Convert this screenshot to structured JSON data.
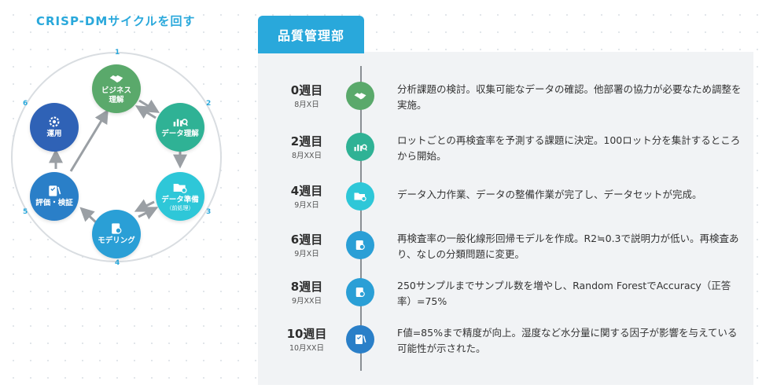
{
  "cycle": {
    "title": "CRISP-DMサイクルを回す",
    "steps": [
      {
        "num": "1",
        "label": "ビジネス\n理解",
        "sub": "",
        "icon": "handshake-icon",
        "color": "#5aa96b"
      },
      {
        "num": "2",
        "label": "データ理解",
        "sub": "",
        "icon": "chart-search-icon",
        "color": "#2fb295"
      },
      {
        "num": "3",
        "label": "データ準備",
        "sub": "（前処理）",
        "icon": "folder-gear-icon",
        "color": "#2ec7d8"
      },
      {
        "num": "4",
        "label": "モデリング",
        "sub": "",
        "icon": "model-doc-icon",
        "color": "#2a9fd6"
      },
      {
        "num": "5",
        "label": "評価・検証",
        "sub": "",
        "icon": "checklist-pen-icon",
        "color": "#2a7fc8"
      },
      {
        "num": "6",
        "label": "運用",
        "sub": "",
        "icon": "gear-icon",
        "color": "#2f62b6"
      }
    ]
  },
  "panel": {
    "tab_title": "品質管理部",
    "timeline": [
      {
        "week": "0週目",
        "date": "8月X日",
        "icon": "handshake-icon",
        "color": "#5aa96b",
        "text": "分析課題の検討。収集可能なデータの確認。他部署の協力が必要なため調整を実施。"
      },
      {
        "week": "2週目",
        "date": "8月XX日",
        "icon": "chart-search-icon",
        "color": "#2fb295",
        "text": "ロットごとの再検査率を予測する課題に決定。100ロット分を集計するところから開始。"
      },
      {
        "week": "4週目",
        "date": "9月X日",
        "icon": "folder-gear-icon",
        "color": "#2ec7d8",
        "text": "データ入力作業、データの整備作業が完了し、データセットが完成。"
      },
      {
        "week": "6週目",
        "date": "9月X日",
        "icon": "model-doc-icon",
        "color": "#2a9fd6",
        "text": "再検査率の一般化線形回帰モデルを作成。R2≒0.3で説明力が低い。再検査あり、なしの分類問題に変更。"
      },
      {
        "week": "8週目",
        "date": "9月XX日",
        "icon": "model-doc-icon",
        "color": "#2a9fd6",
        "text": "250サンプルまでサンプル数を増やし、Random ForestでAccuracy（正答率）=75%"
      },
      {
        "week": "10週目",
        "date": "10月XX日",
        "icon": "checklist-pen-icon",
        "color": "#2a7fc8",
        "text": "F値=85%まで精度が向上。湿度など水分量に関する因子が影響を与えている可能性が示された。"
      }
    ]
  }
}
